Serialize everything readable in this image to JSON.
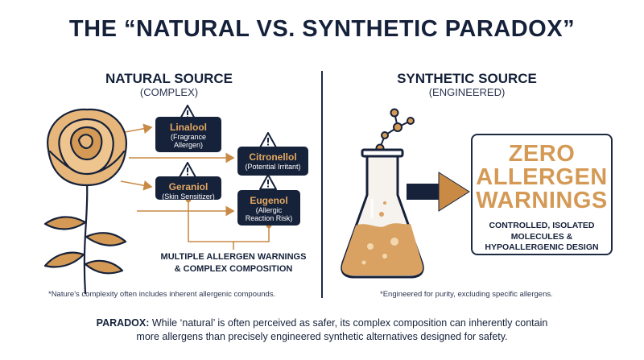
{
  "title": "THE “NATURAL VS. SYNTHETIC PARADOX”",
  "natural": {
    "title": "NATURAL SOURCE",
    "subtitle": "(COMPLEX)",
    "chemicals": [
      {
        "name": "Linalool",
        "desc_line1": "(Fragrance",
        "desc_line2": "Allergen)"
      },
      {
        "name": "Citronellol",
        "desc_line1": "(Potential Irritant)",
        "desc_line2": ""
      },
      {
        "name": "Geraniol",
        "desc_line1": "(Skin Sensitizer)",
        "desc_line2": ""
      },
      {
        "name": "Eugenol",
        "desc_line1": "(Allergic",
        "desc_line2": "Reaction Risk)"
      }
    ],
    "warning_line1": "MULTIPLE ALLERGEN WARNINGS",
    "warning_line2": "& COMPLEX COMPOSITION",
    "footnote": "*Nature's complexity often includes inherent allergenic compounds."
  },
  "synthetic": {
    "title": "SYNTHETIC SOURCE",
    "subtitle": "(ENGINEERED)",
    "zero_line1": "ZERO",
    "zero_line2": "ALLERGEN",
    "zero_line3": "WARNINGS",
    "zero_sub_line1": "CONTROLLED, ISOLATED",
    "zero_sub_line2": "MOLECULES &",
    "zero_sub_line3": "HYPOALLERGENIC DESIGN",
    "footnote": "*Engineered for purity, excluding specific allergens."
  },
  "paradox": {
    "label": "PARADOX:",
    "text": " While ‘natural’ is often perceived as safer, its complex composition can inherently contain more allergens than precisely engineered synthetic alternatives designed for safety."
  },
  "colors": {
    "navy": "#16213a",
    "gold": "#d49a55",
    "copper": "#c98a45",
    "liquid": "#d9a262"
  },
  "icons": [
    "rose-icon",
    "warning-icon",
    "flask-icon",
    "molecule-icon",
    "arrow-icon"
  ]
}
